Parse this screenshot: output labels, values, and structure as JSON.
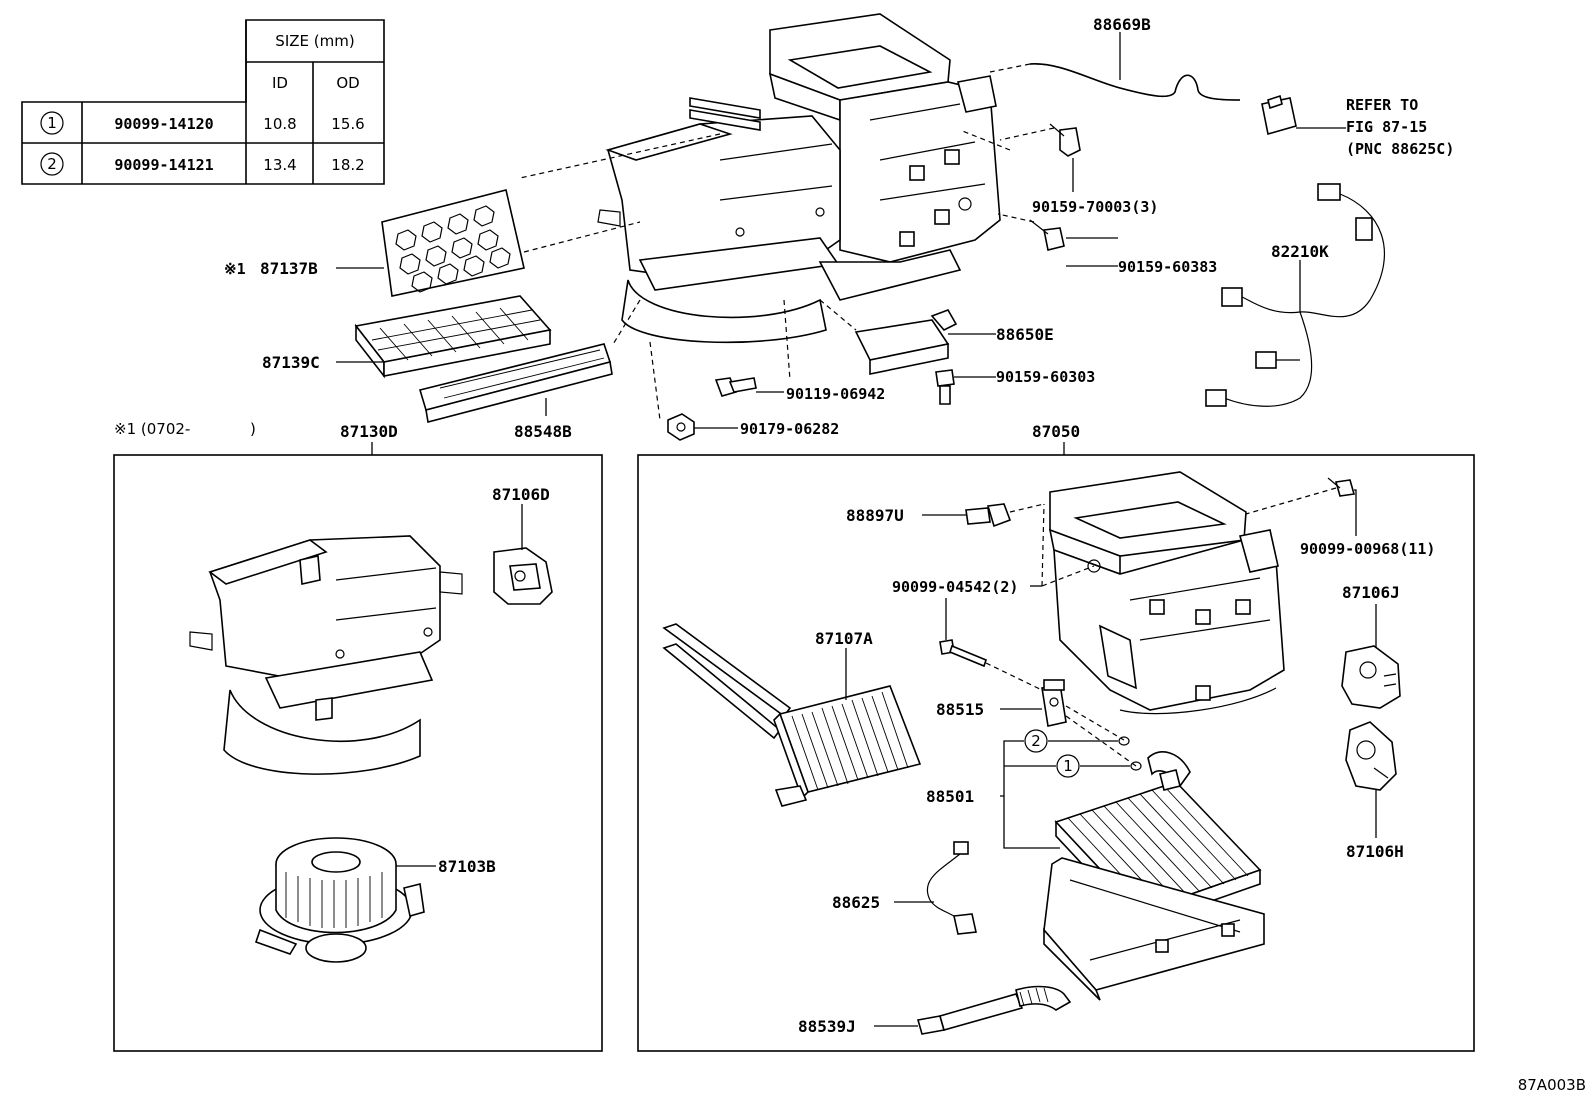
{
  "size_table": {
    "header_size": "SIZE (mm)",
    "col_id": "ID",
    "col_od": "OD",
    "rows": [
      {
        "num": "1",
        "part": "90099-14120",
        "id": "10.8",
        "od": "15.6"
      },
      {
        "num": "2",
        "part": "90099-14121",
        "id": "13.4",
        "od": "18.2"
      }
    ]
  },
  "labels": {
    "p88669B": "88669B",
    "refer1": "REFER TO",
    "refer2": "FIG 87-15",
    "refer3": "(PNC 88625C)",
    "p90159_70003": "90159-70003(3)",
    "p90159_60383": "90159-60383",
    "p82210K": "82210K",
    "p87137B_mark": "※1",
    "p87137B": "87137B",
    "p87139C": "87139C",
    "p88650E": "88650E",
    "p90159_60303": "90159-60303",
    "p90119_06942": "90119-06942",
    "p90179_06282": "90179-06282",
    "p88548B": "88548B",
    "note_mark": "※1 (0702-",
    "note_close": ")",
    "p87130D": "87130D",
    "p87050": "87050",
    "p87106D": "87106D",
    "p87103B": "87103B",
    "p88897U": "88897U",
    "p90099_00968": "90099-00968(11)",
    "p90099_04542": "90099-04542(2)",
    "p87106J": "87106J",
    "p87107A": "87107A",
    "p88515": "88515",
    "p88501": "88501",
    "circ1": "1",
    "circ2": "2",
    "p87106H": "87106H",
    "p88625": "88625",
    "p88539J": "88539J",
    "fig_code": "87A003B"
  }
}
